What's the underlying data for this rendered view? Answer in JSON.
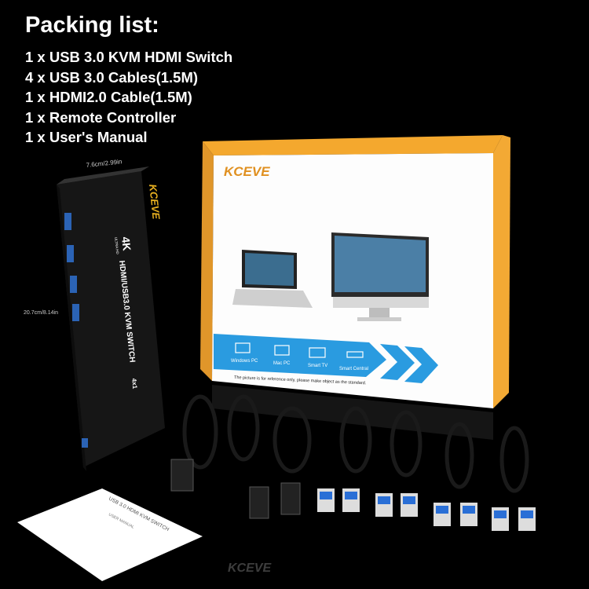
{
  "packing_list": {
    "title": "Packing list:",
    "items": [
      "1 x USB 3.0 KVM HDMI Switch",
      "4 x USB 3.0 Cables(1.5M)",
      "1 x HDMI2.0 Cable(1.5M)",
      "1 x Remote Controller",
      "1 x User's Manual"
    ]
  },
  "switch_device": {
    "brand": "KCEVE",
    "resolution_badge": "4K",
    "resolution_sub": "ULTRA HD",
    "model_text": "HDMI/USB3.0 KVM SWITCH",
    "ports_badge": "4x1",
    "width_label": "7.6cm/2.99in",
    "length_label": "20.7cm/8.14in"
  },
  "box": {
    "brand": "KCEVE",
    "device_labels": [
      "Windows PC",
      "Mac PC",
      "Smart TV",
      "Smart Central"
    ],
    "disclaimer": "The picture is for reference only, please make object as the standard.",
    "accent_color": "#2a9be0",
    "side_color": "#f0a030"
  },
  "manual": {
    "title": "USB 3.0 HDMI KVM SWITCH",
    "subtitle": "USER MANUAL"
  },
  "reflection_brand": "KCEVE"
}
